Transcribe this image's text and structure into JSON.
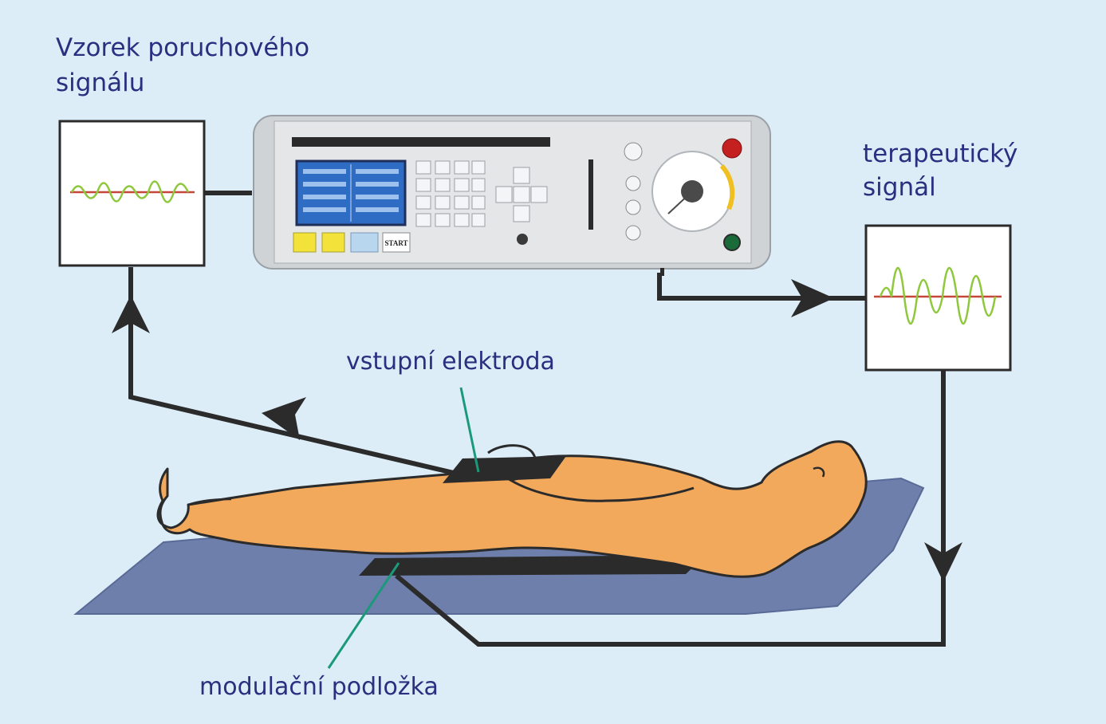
{
  "labels": {
    "input_signal_line1": "Vzorek poruchového",
    "input_signal_line2": "signálu",
    "therapeutic_line1": "terapeutický",
    "therapeutic_line2": "signál",
    "input_electrode": "vstupní elektroda",
    "modulation_pad": "modulační podložka"
  },
  "device": {
    "start_button": "START"
  },
  "colors": {
    "background": "#dcedf8",
    "label_text": "#2a2f7f",
    "wave": "#8fc83c",
    "baseline": "#c4473a",
    "connector": "#2b2b2b",
    "leader_line": "#1a9a7a",
    "body": "#f3a95c",
    "mat": "#6f7fab",
    "device_screen": "#2f6cc4",
    "power_button": "#c42020"
  },
  "icons": [
    "arrow-up-icon",
    "arrow-left-icon",
    "arrow-right-icon",
    "arrow-down-icon"
  ]
}
